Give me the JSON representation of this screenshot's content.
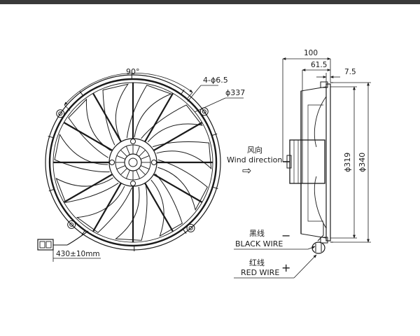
{
  "front_view": {
    "angle": "90°",
    "holes": "4-ϕ6.5",
    "outer_diameter": "ϕ337",
    "cable_length": "430±10mm"
  },
  "airflow": {
    "label_cn": "风向",
    "label_en": "Wind direction",
    "arrow": "⇨"
  },
  "side_view": {
    "depth_total": "100",
    "depth_mount": "61.5",
    "depth_flange": "7.5",
    "ring_diameter": "ϕ319",
    "overall_diameter": "ϕ340"
  },
  "wires": {
    "black_cn": "黑线",
    "black_en": "BLACK WIRE",
    "black_sign": "−",
    "red_cn": "红线",
    "red_en": "RED WIRE",
    "red_sign": "+"
  },
  "colors": {
    "line": "#1a1a1a",
    "background": "#ffffff",
    "topbar": "#3a3a3a"
  }
}
